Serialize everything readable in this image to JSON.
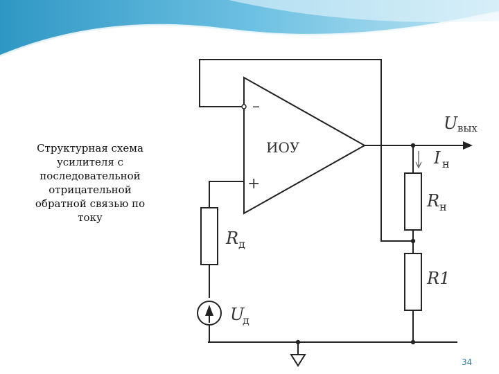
{
  "caption_lines": [
    "Структурная схема",
    "усилителя с",
    "последовательной",
    "отрицательной",
    "обратной связью по",
    "току"
  ],
  "diagram": {
    "amplifier_label": "ИОУ",
    "minus_sign": "–",
    "plus_sign": "+",
    "output_voltage_main": "U",
    "output_voltage_sub": "вых",
    "load_current_main": "I",
    "load_current_sub": "н",
    "load_resistor_main": "R",
    "load_resistor_sub": "н",
    "feedback_resistor": "R1",
    "source_resistor_main": "R",
    "source_resistor_sub": "д",
    "source_voltage_main": "U",
    "source_voltage_sub": "д"
  },
  "page_number": "34",
  "colors": {
    "banner_light": "#d8eef6",
    "banner_mid": "#7fc4e0",
    "banner_dark": "#3a9ec8",
    "page_number": "#2d7fa3"
  }
}
